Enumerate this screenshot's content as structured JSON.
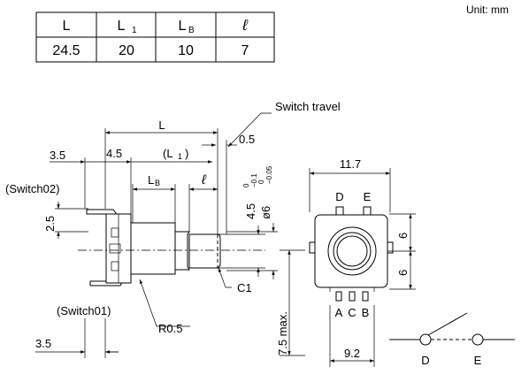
{
  "unit_label": "Unit: mm",
  "dim_table": {
    "headers": [
      "L",
      "L",
      "L",
      "ℓ"
    ],
    "header_subscripts": [
      "",
      "1",
      "B",
      ""
    ],
    "values": [
      "24.5",
      "20",
      "10",
      "7"
    ]
  },
  "side_view": {
    "switch_travel": "Switch travel",
    "dim_L": "L",
    "dim_0_5": "0.5",
    "dim_3_5_top": "3.5",
    "dim_4_5": "4.5",
    "dim_L1_open": "(L",
    "dim_L1_sub": "1",
    "dim_L1_close": ")",
    "dim_LB_main": "L",
    "dim_LB_sub": "B",
    "dim_ell": "ℓ",
    "switch02": "(Switch02)",
    "dim_2_5": "2.5",
    "dim_4_5_vert": "4.5",
    "tol_4_5_upper": "0",
    "tol_4_5_lower": "−0.1",
    "dim_dia6": "ø6",
    "tol_dia6_upper": "0",
    "tol_dia6_lower": "−0.05",
    "c1": "C1",
    "switch01": "(Switch01)",
    "r05": "R0.5",
    "dim_3_5_bottom": "3.5",
    "dim_7_5max": "7.5 max."
  },
  "front_view": {
    "dim_11_7": "11.7",
    "pin_D": "D",
    "pin_E": "E",
    "dim_6_upper": "6",
    "dim_6_lower": "6",
    "pin_A": "A",
    "pin_C": "C",
    "pin_B": "B",
    "dim_9_2": "9.2"
  },
  "switch_symbol": {
    "label_D": "D",
    "label_E": "E"
  }
}
